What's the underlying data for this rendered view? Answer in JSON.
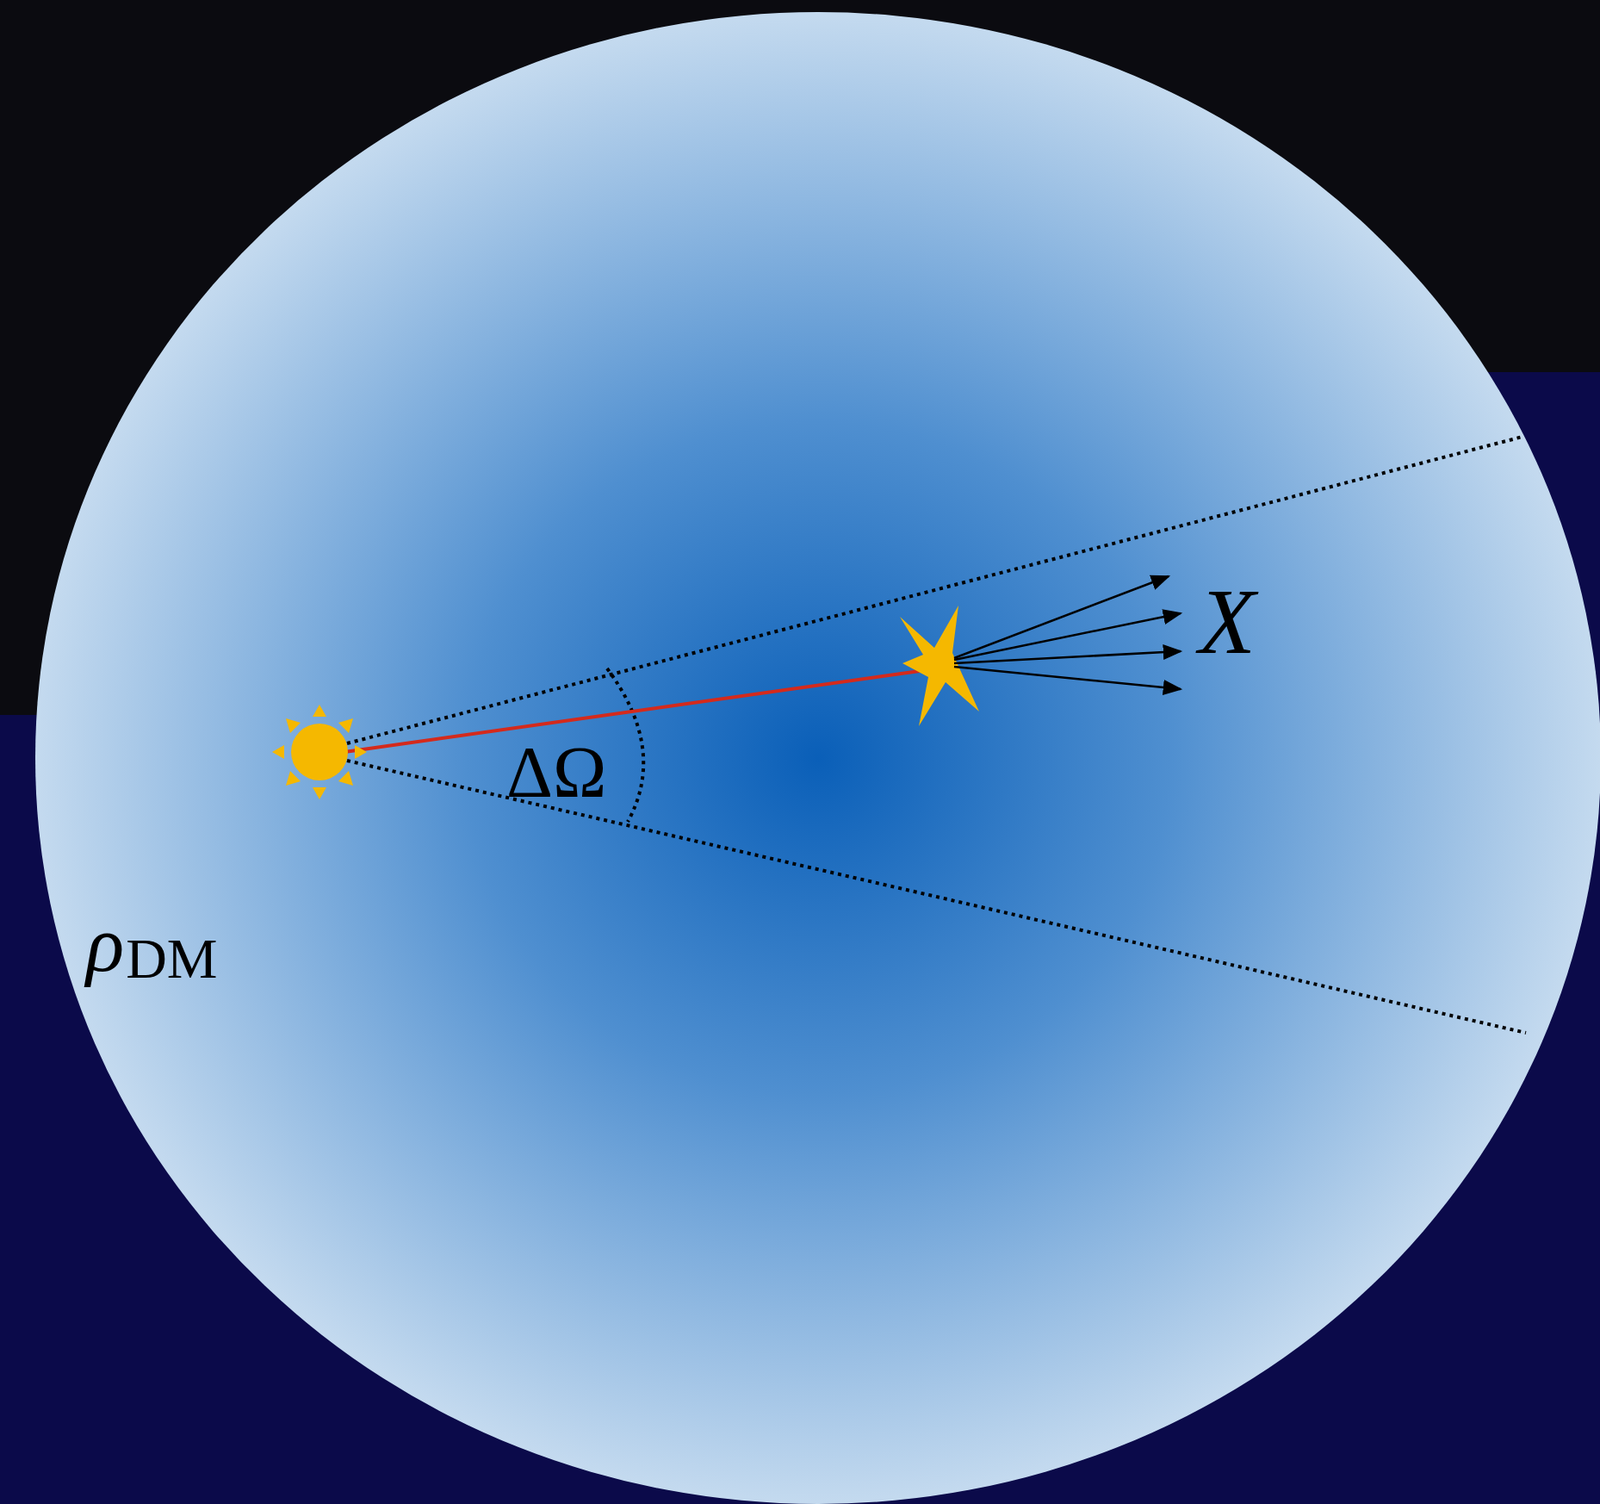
{
  "diagram": {
    "labels": [
      "ΔΩ",
      "X",
      "ρ",
      "DM"
    ]
  }
}
